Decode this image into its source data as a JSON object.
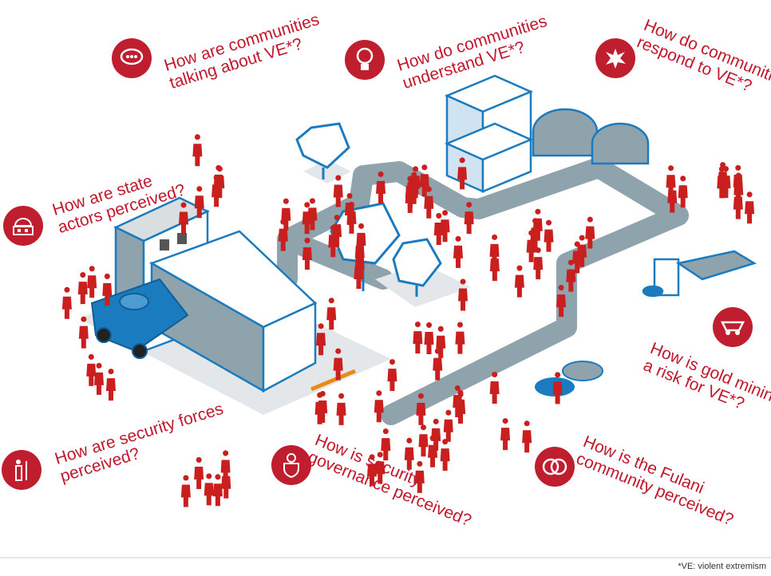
{
  "questions": {
    "talking": {
      "line1": "How are communities",
      "line2": "talking about VE*?",
      "icon": "speech-bubble-icon"
    },
    "understand": {
      "line1": "How do communities",
      "line2": "understand VE*?",
      "icon": "lightbulb-icon"
    },
    "respond": {
      "line1": "How do communities",
      "line2": "respond to VE*?",
      "icon": "explosion-icon"
    },
    "state": {
      "line1": "How are state",
      "line2": "actors perceived?",
      "icon": "government-building-icon"
    },
    "security_forces": {
      "line1": "How are security forces",
      "line2": "perceived?",
      "icon": "soldier-icon"
    },
    "security_governance": {
      "line1": "How is security",
      "line2": "governance perceived?",
      "icon": "shield-gear-icon"
    },
    "fulani": {
      "line1": "How is the Fulani",
      "line2": "community perceived?",
      "icon": "overlapping-circles-icon"
    },
    "gold": {
      "line1": "How is gold mining",
      "line2": "a risk for VE*?",
      "icon": "mine-cart-icon"
    }
  },
  "footnote": "*VE: violent extremism",
  "colors": {
    "accent": "#bf1e2e",
    "blue": "#1a7bbf",
    "road": "#8ea3ab"
  }
}
